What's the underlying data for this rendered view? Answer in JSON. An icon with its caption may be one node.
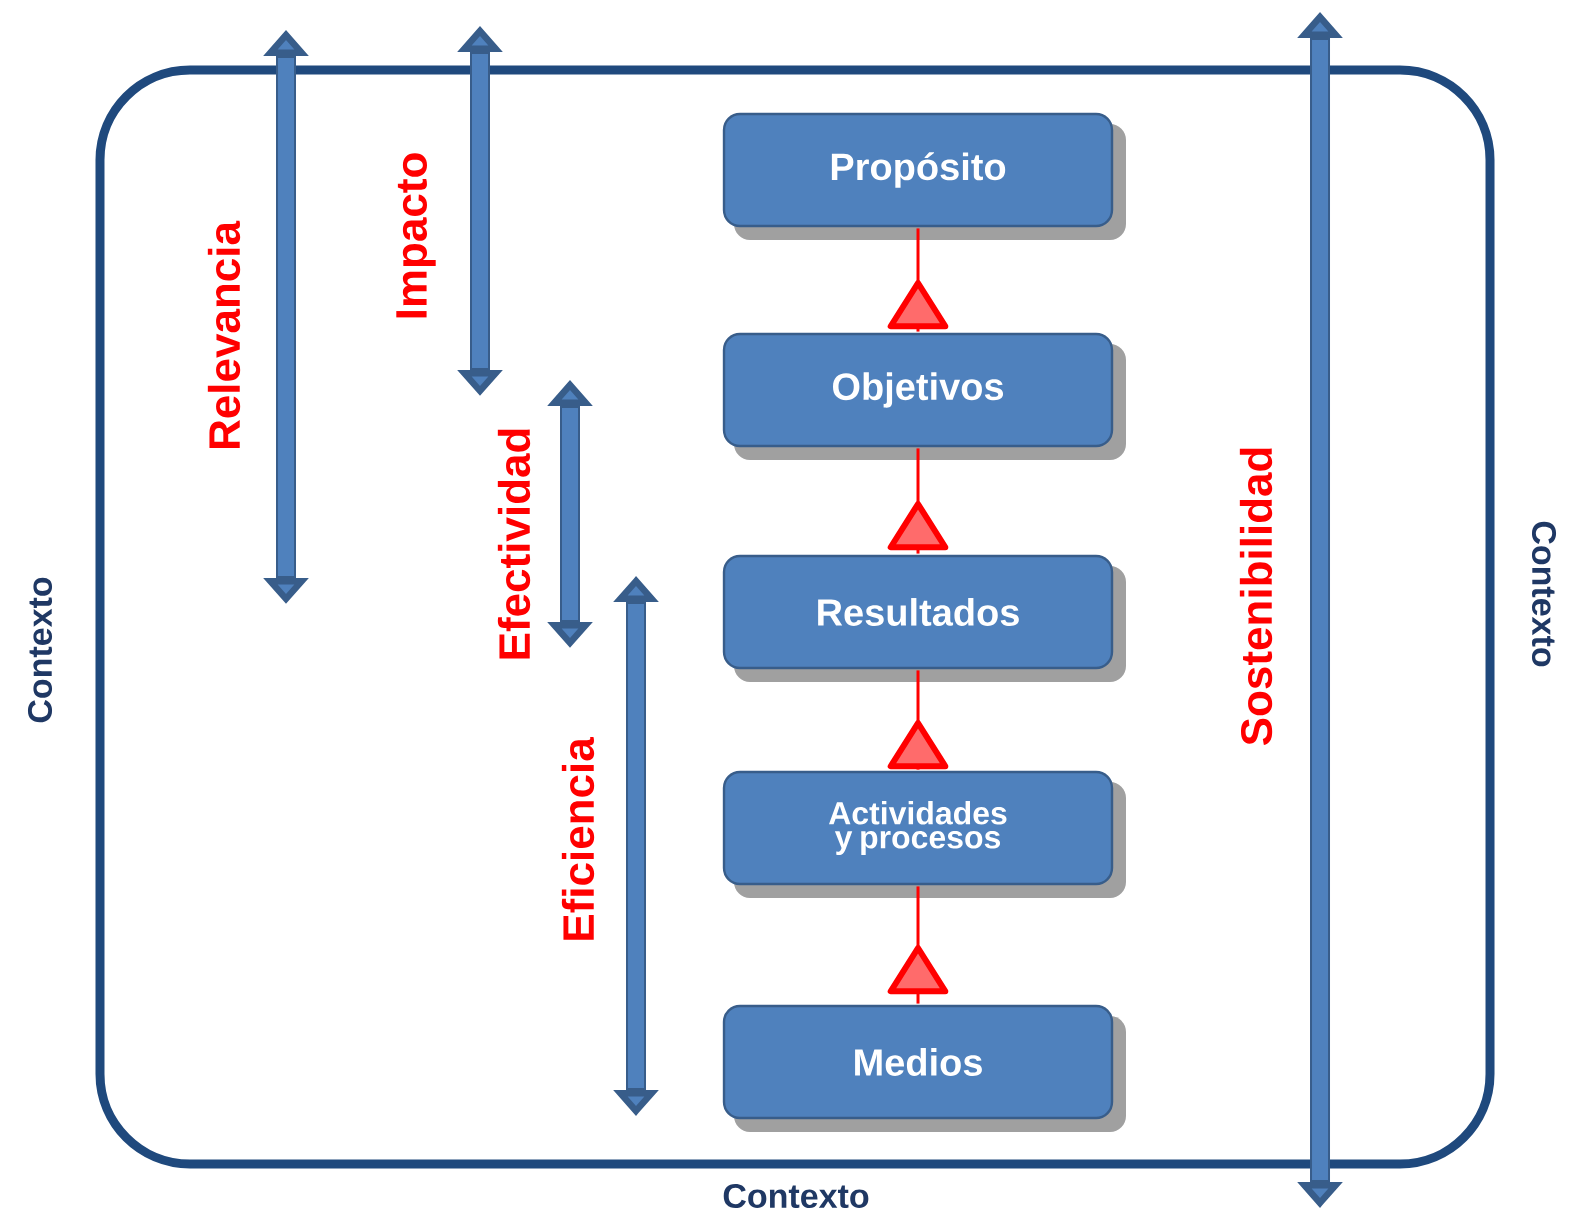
{
  "diagram": {
    "nodes": [
      {
        "text": [
          "Propósito"
        ]
      },
      {
        "text": [
          "Objetivos"
        ]
      },
      {
        "text": [
          "Resultados"
        ]
      },
      {
        "text": [
          "Actividades y procesos"
        ]
      },
      {
        "text": [
          "Medios"
        ]
      }
    ],
    "edges": [
      {
        "from": 4,
        "to": 3,
        "arrow": "to"
      },
      {
        "from": 3,
        "to": 2,
        "arrow": "to"
      },
      {
        "from": 2,
        "to": 1,
        "arrow": "to"
      },
      {
        "from": 1,
        "to": 0,
        "arrow": "to"
      }
    ],
    "labels": [
      "Relevancia",
      "Impacto",
      "Efectividad",
      "Eficiencia",
      "Sostenibilidad",
      "Contexto",
      "Contexto",
      "Contexto"
    ]
  }
}
